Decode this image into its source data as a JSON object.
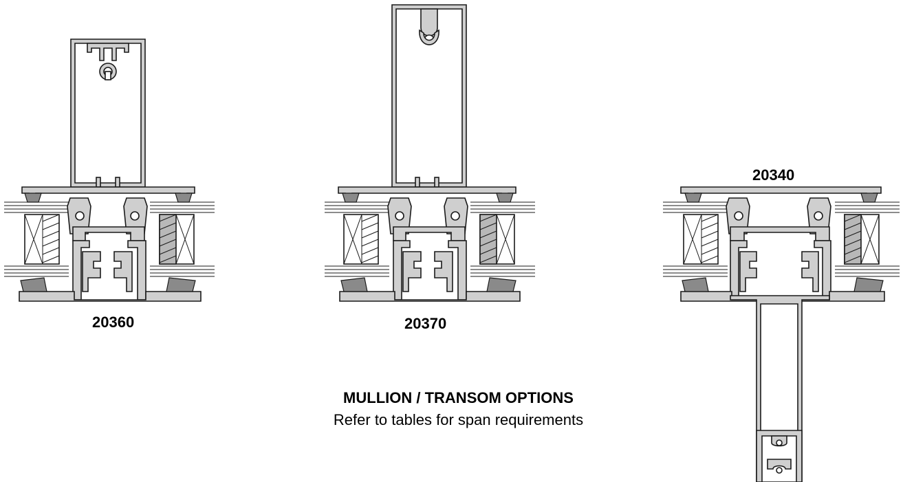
{
  "profiles": [
    {
      "id": "20360",
      "label": "20360"
    },
    {
      "id": "20370",
      "label": "20370"
    },
    {
      "id": "20340",
      "label": "20340"
    }
  ],
  "caption": {
    "title": "MULLION / TRANSOM OPTIONS",
    "subtitle": "Refer to tables for span requirements"
  },
  "colors": {
    "aluminium": "#cfcfcf",
    "outline": "#1a1a1a",
    "gasket": "#8a8a8a"
  }
}
